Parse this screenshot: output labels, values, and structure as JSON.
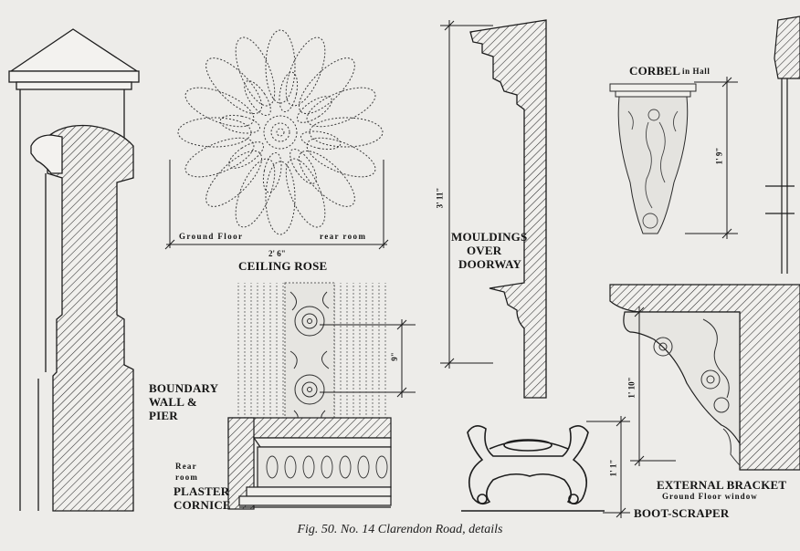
{
  "figure": {
    "caption": "Fig. 50. No. 14 Clarendon Road, details"
  },
  "labels": {
    "ceiling_rose": "CEILING ROSE",
    "ground_floor": "Ground Floor",
    "rear_room_top": "rear room",
    "ceiling_rose_dim": "2' 6\"",
    "boundary_wall_1": "BOUNDARY",
    "boundary_wall_2": "WALL &",
    "boundary_wall_3": "PIER",
    "rear": "Rear",
    "room": "room",
    "plaster": "PLASTER",
    "cornice": "CORNICE",
    "cornice_dim": "9\"",
    "mouldings_1": "MOULDINGS",
    "mouldings_2": "OVER",
    "mouldings_3": "DOORWAY",
    "mouldings_dim": "3' 11\"",
    "corbel": "CORBEL",
    "corbel_sub": "in Hall",
    "corbel_dim": "1' 9\"",
    "bracket_1": "EXTERNAL BRACKET",
    "bracket_2": "Ground Floor window",
    "bracket_dim": "1' 10\"",
    "scraper": "BOOT-SCRAPER",
    "scraper_dim": "1' 1\""
  }
}
